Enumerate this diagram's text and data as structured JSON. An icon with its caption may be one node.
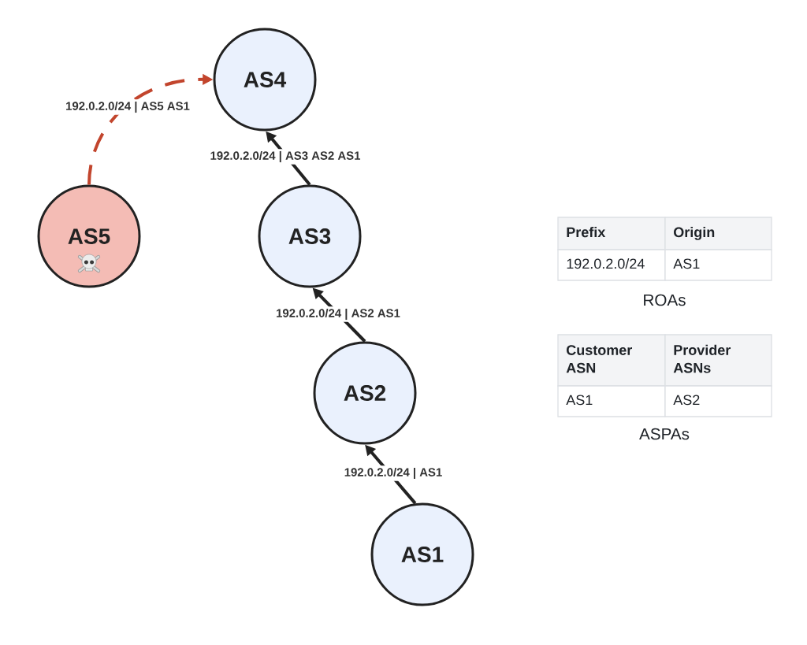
{
  "diagram": {
    "nodes": [
      {
        "text": [
          "AS4"
        ]
      },
      {
        "text": [
          "AS5"
        ]
      },
      {
        "text": [
          "AS3"
        ]
      },
      {
        "text": [
          "AS2"
        ]
      },
      {
        "text": [
          "AS1"
        ]
      }
    ],
    "edges": [
      {
        "from": 1,
        "to": 0,
        "arrow": "to",
        "label": "192.0.2.0/24 | AS5 AS1",
        "style": "dashed",
        "color": "#c2452d"
      },
      {
        "from": 2,
        "to": 0,
        "arrow": "to",
        "label": "192.0.2.0/24 | AS3 AS2 AS1"
      },
      {
        "from": 3,
        "to": 2,
        "arrow": "to",
        "label": "192.0.2.0/24 | AS2 AS1"
      },
      {
        "from": 4,
        "to": 3,
        "arrow": "to",
        "label": "192.0.2.0/24 | AS1"
      }
    ],
    "labels": [
      "Prefix",
      "Origin",
      "192.0.2.0/24",
      "AS1",
      "ROAs",
      "Customer ASN",
      "Provider ASNs",
      "AS1",
      "AS2",
      "ASPAs"
    ]
  }
}
